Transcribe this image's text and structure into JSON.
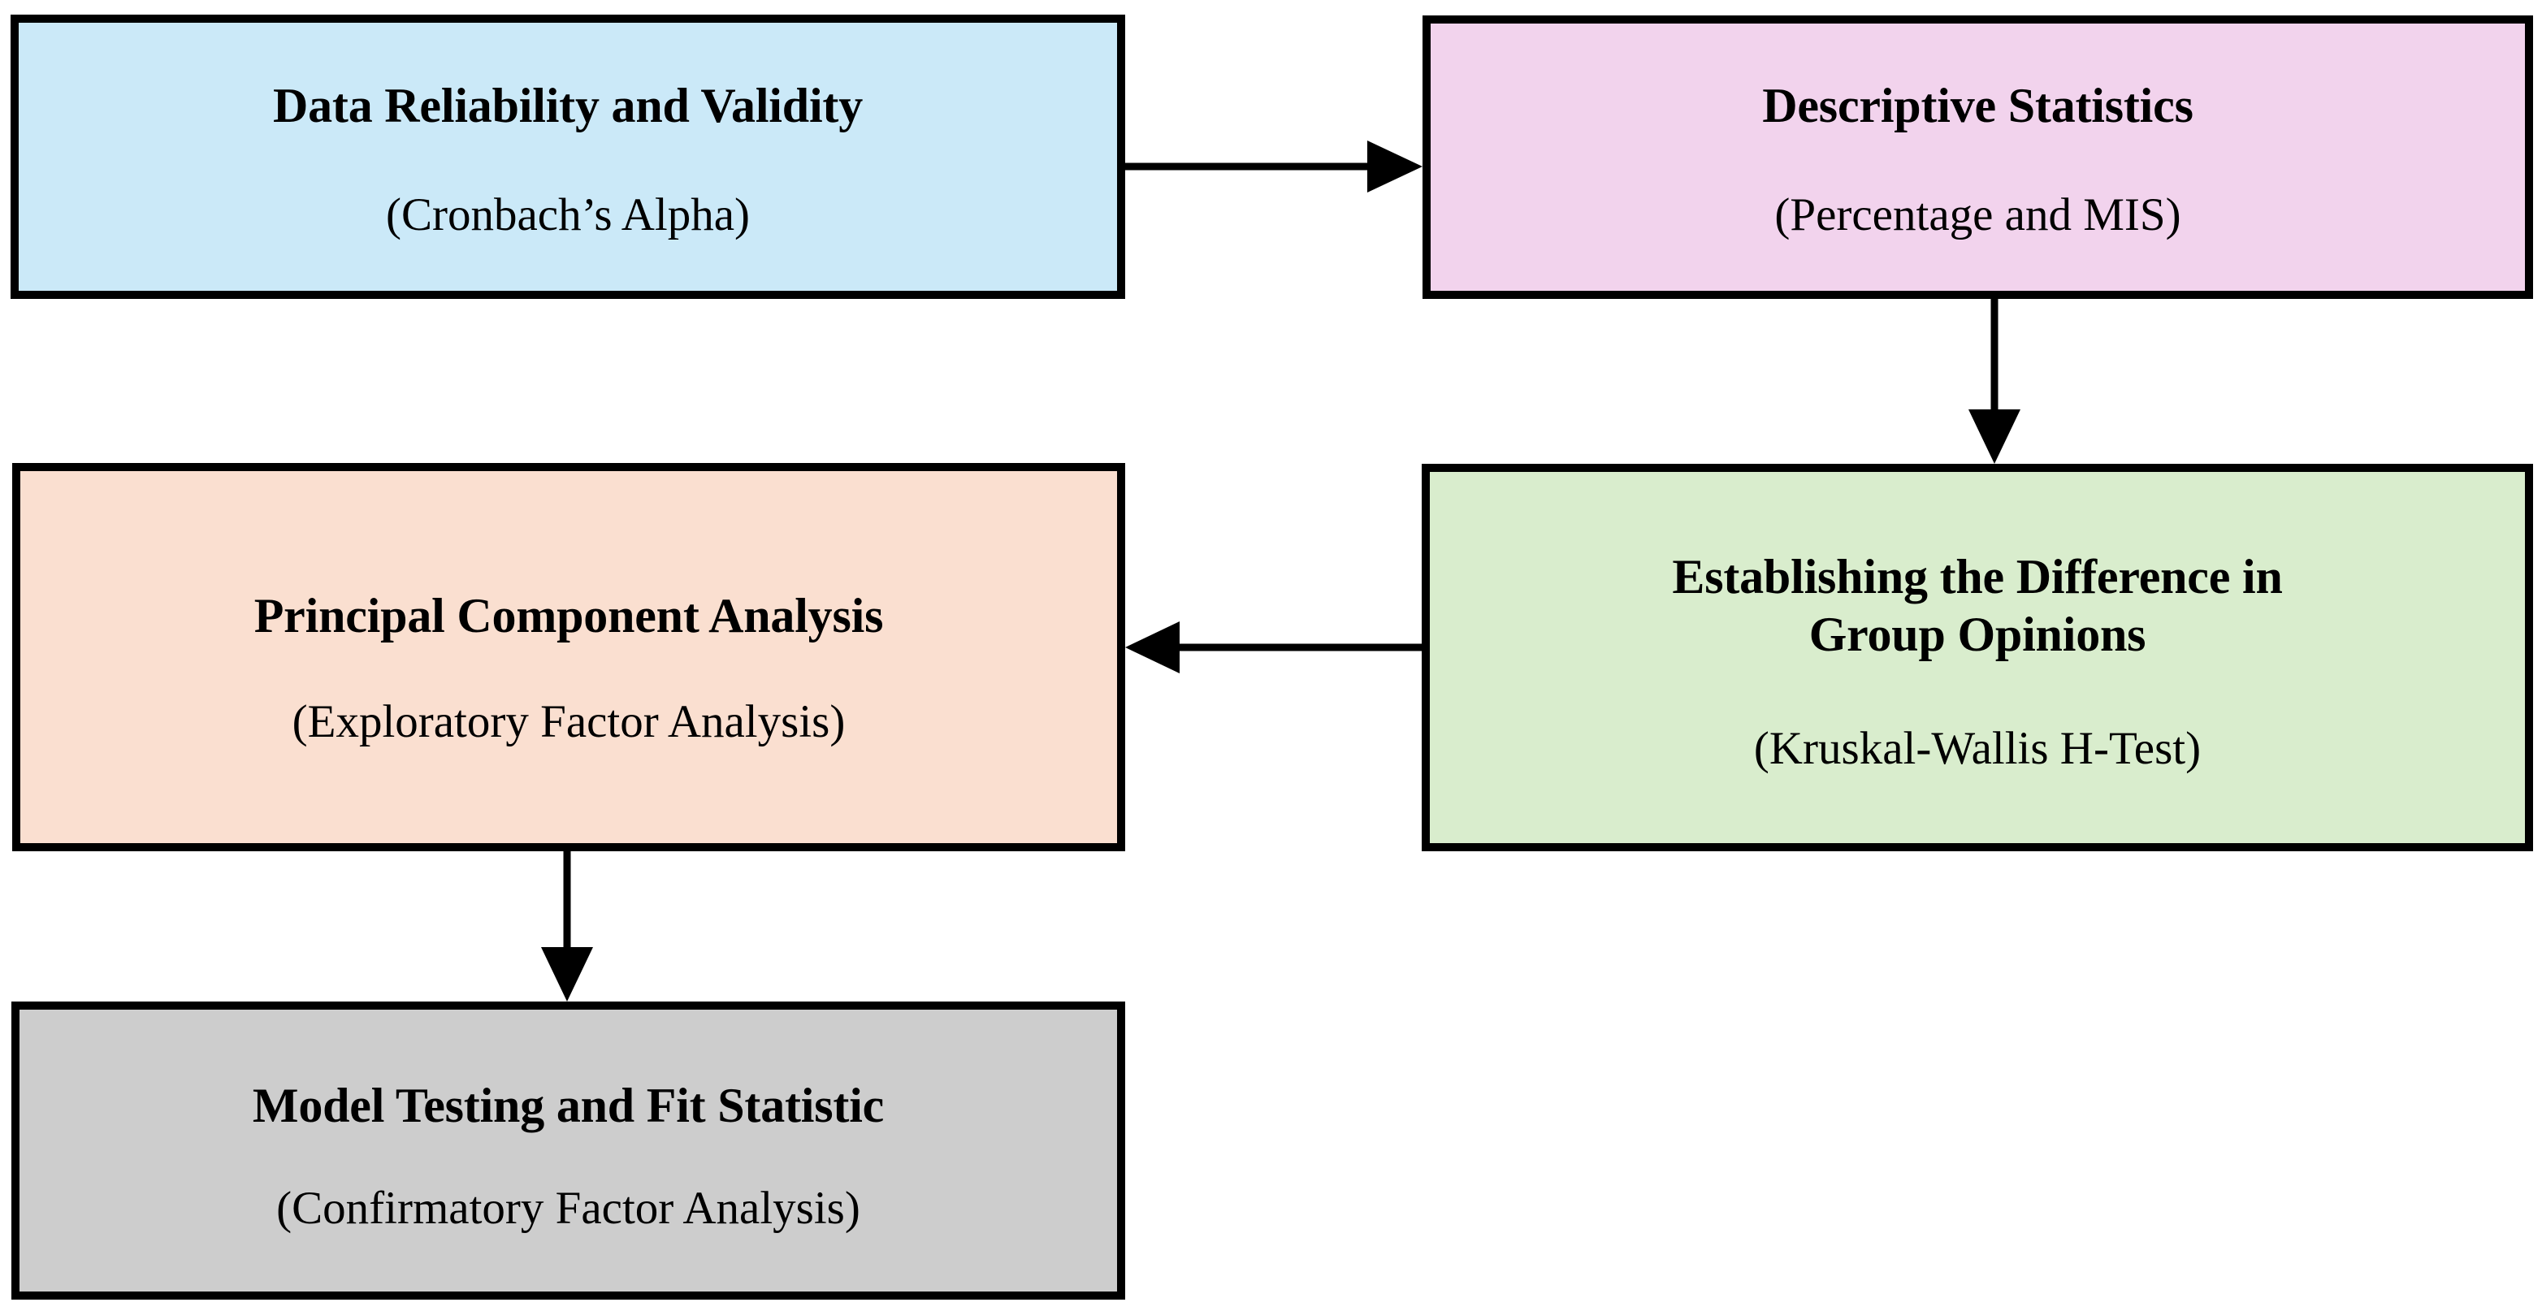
{
  "diagram": {
    "type": "flowchart",
    "orientation": "two-column-serpentine",
    "background_color": "#ffffff",
    "border_color": "#000000",
    "text_color": "#000000",
    "nodes": [
      {
        "id": "reliability",
        "title": "Data Reliability and Validity",
        "subtitle": "(Cronbach’s Alpha)",
        "fill": "#cbe9f8"
      },
      {
        "id": "descriptive",
        "title": "Descriptive Statistics",
        "subtitle": "(Percentage and MIS)",
        "fill": "#f2d3ed"
      },
      {
        "id": "pca",
        "title": "Principal Component Analysis",
        "subtitle": "(Exploratory Factor Analysis)",
        "fill": "#fadfd0"
      },
      {
        "id": "kruskal",
        "title": "Establishing the Difference in\nGroup Opinions",
        "subtitle": "(Kruskal-Wallis H-Test)",
        "fill": "#d9edcd"
      },
      {
        "id": "cfa",
        "title": "Model Testing and Fit Statistic",
        "subtitle": "(Confirmatory Factor Analysis)",
        "fill": "#cdcdcd"
      }
    ],
    "edges": [
      {
        "from": "reliability",
        "to": "descriptive",
        "direction": "right"
      },
      {
        "from": "descriptive",
        "to": "kruskal",
        "direction": "down"
      },
      {
        "from": "kruskal",
        "to": "pca",
        "direction": "left"
      },
      {
        "from": "pca",
        "to": "cfa",
        "direction": "down"
      }
    ]
  }
}
